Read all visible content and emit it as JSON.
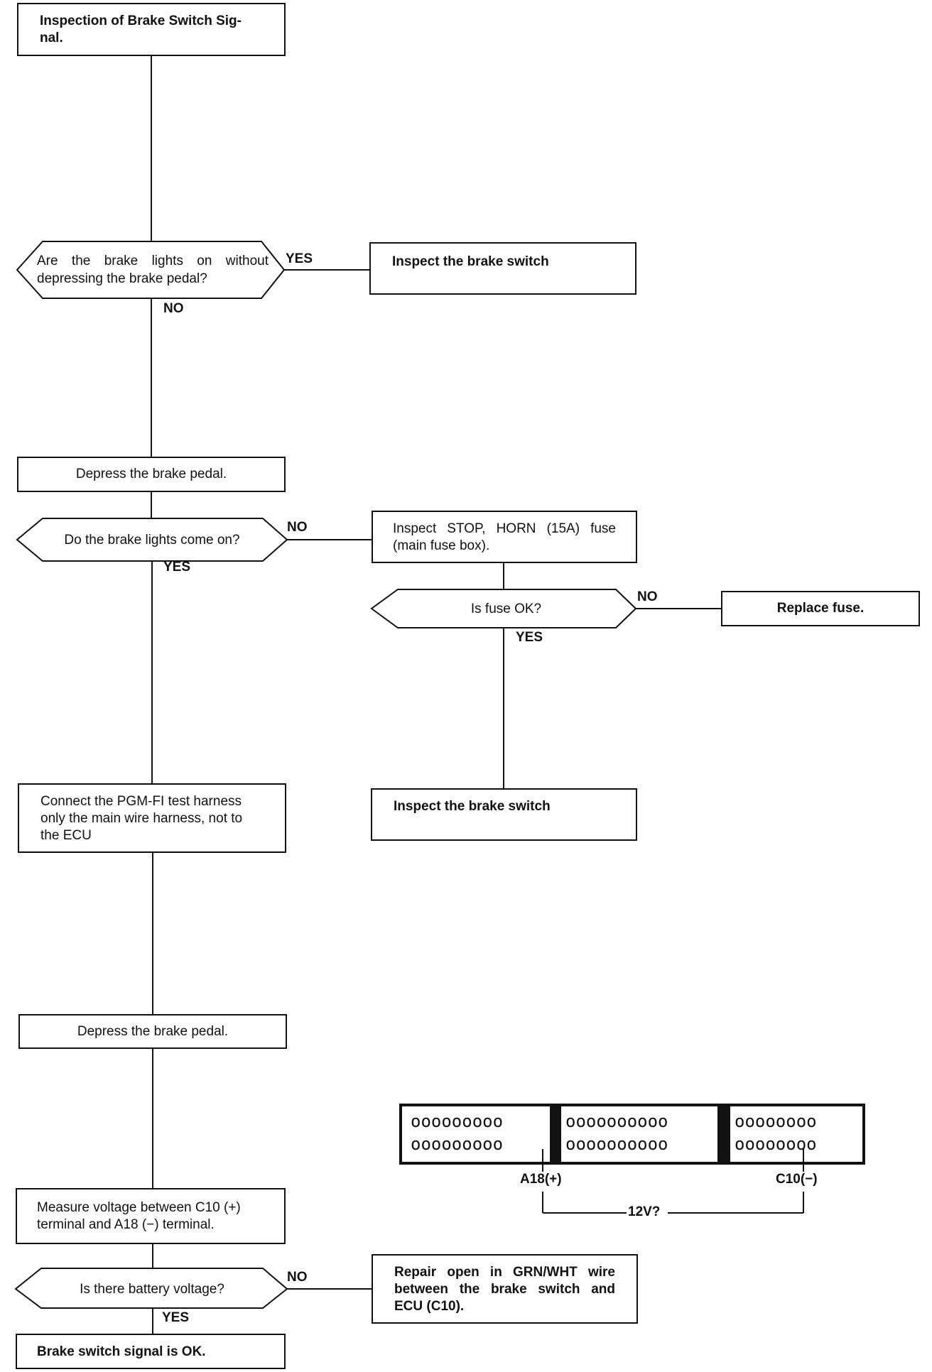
{
  "flowchart": {
    "title_box": [
      "Inspection of Brake Switch Sig-",
      "nal."
    ],
    "q1": {
      "lines": [
        "Are the brake lights on without",
        "depressing the brake pedal?"
      ],
      "yes": "YES",
      "no": "NO"
    },
    "q1_yes_box": "Inspect the brake switch",
    "step_depress_1": "Depress the brake pedal.",
    "q2": {
      "text": "Do the brake lights come on?",
      "no": "NO",
      "yes": "YES"
    },
    "q2_no_box": [
      "Inspect STOP, HORN (15A) fuse",
      "(main fuse box)."
    ],
    "q3": {
      "text": "Is fuse OK?",
      "no": "NO",
      "yes": "YES"
    },
    "q3_no_box": "Replace fuse.",
    "q3_yes_box": "Inspect the brake switch",
    "step_connect": [
      "Connect the PGM-FI test harness",
      "only the main wire harness, not to",
      "the ECU"
    ],
    "step_depress_2": "Depress the brake pedal.",
    "step_measure": [
      "Measure voltage between C10 (+)",
      "terminal and A18 (−) terminal."
    ],
    "q4": {
      "text": "Is there battery voltage?",
      "no": "NO",
      "yes": "YES"
    },
    "q4_no_box": [
      "Repair open in GRN/WHT wire",
      "between the brake switch and",
      "ECU (C10)."
    ],
    "final_box": "Brake switch signal is OK."
  },
  "connector": {
    "section_a": {
      "row1": "ooooooooo",
      "row2": "ooooooooo"
    },
    "section_b": {
      "row1": "oooooooooo",
      "row2": "oooooooooo"
    },
    "section_c": {
      "row1": "oooooooo",
      "row2": "oooooooo"
    },
    "pin_a18_label": "A18(+)",
    "pin_c10_label": "C10(−)",
    "voltage_label": "12V?"
  }
}
